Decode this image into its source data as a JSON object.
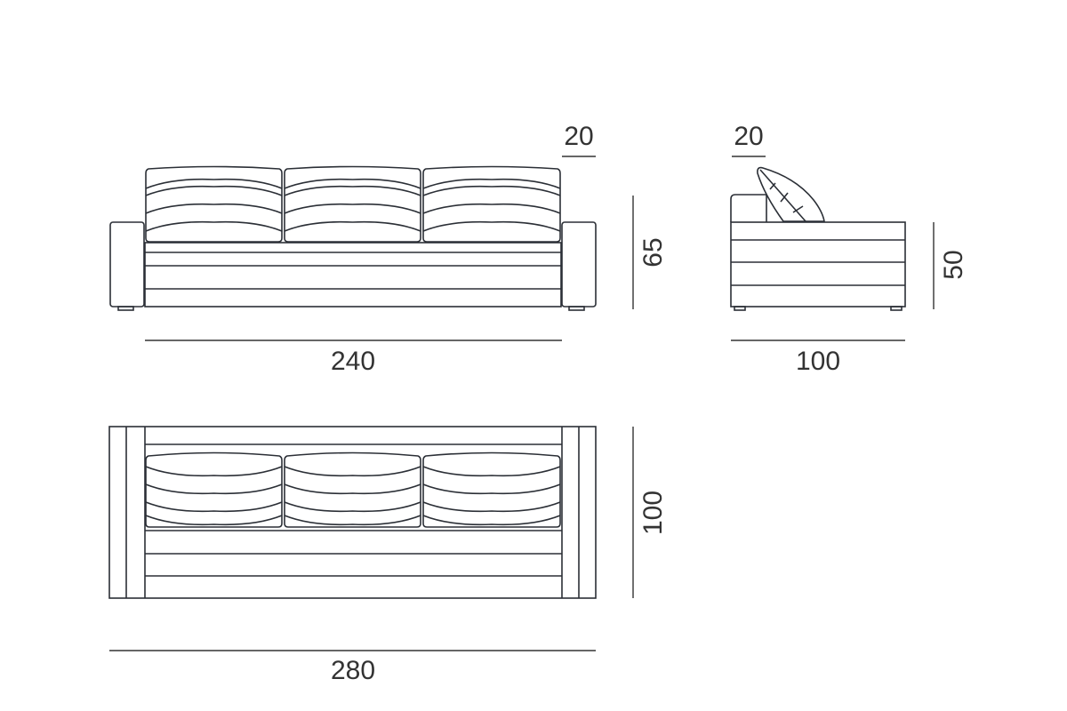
{
  "front_view": {
    "back_cushion_depth": "20",
    "height": "65",
    "seat_width": "240"
  },
  "side_view": {
    "back_cushion_depth": "20",
    "height": "50",
    "depth": "100"
  },
  "top_view": {
    "depth": "100",
    "overall_width": "280"
  },
  "colors": {
    "line": "#2b2f36",
    "text": "#333333"
  }
}
